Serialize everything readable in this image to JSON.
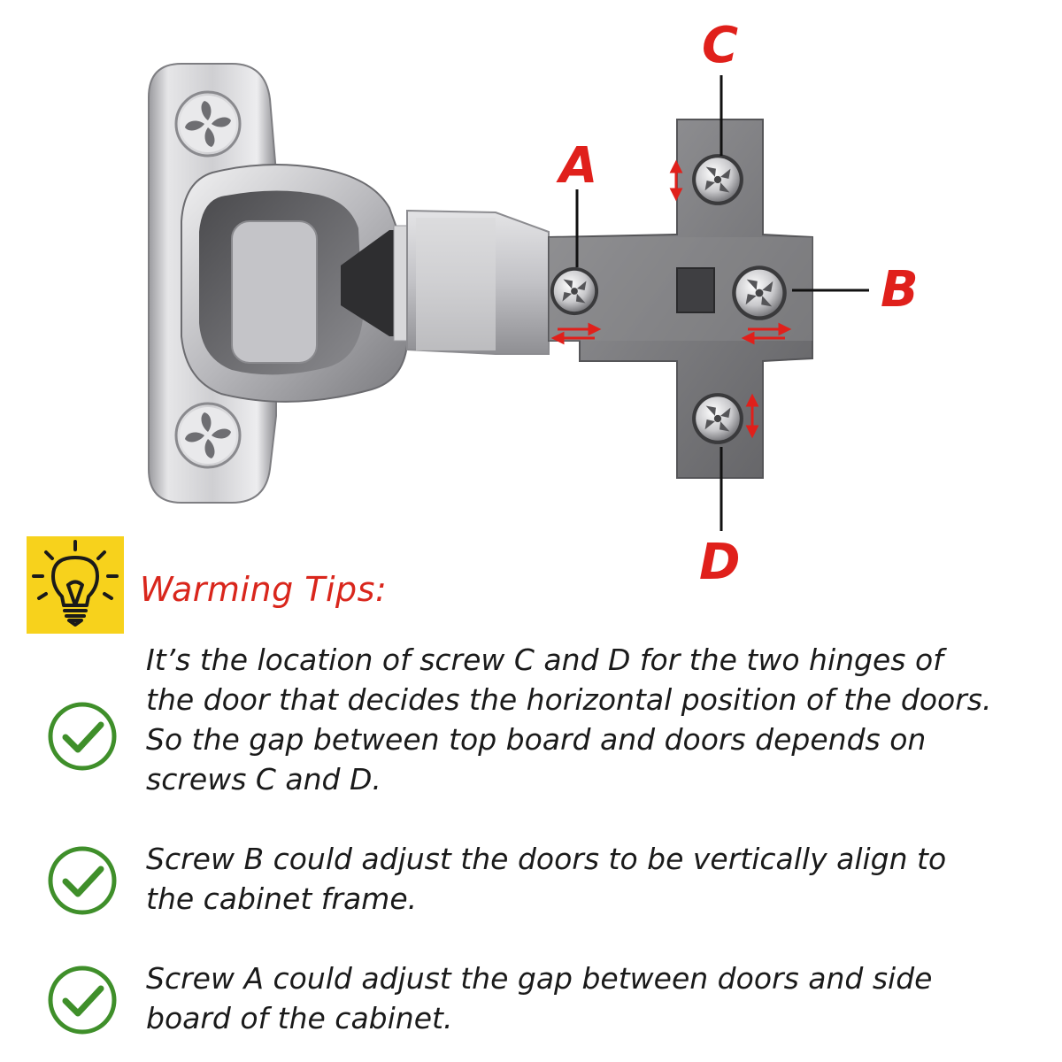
{
  "labels": {
    "a": "A",
    "b": "B",
    "c": "C",
    "d": "D"
  },
  "tips": {
    "title": "Warming Tips:",
    "items": [
      "It’s the location of screw C and D for the two hinges of the door that decides the horizontal position of the doors. So the gap between top board and doors depends on screws C and D.",
      "Screw B could adjust the doors to be vertically align to the cabinet frame.",
      "Screw A could adjust the gap between doors and side board of the cabinet."
    ]
  },
  "colors": {
    "callout_red": "#e0201b",
    "title_red": "#d9261c",
    "bulb_box": "#f7d21c",
    "check_green": "#3f8f2a",
    "metal_silver": "#c9c9cc",
    "metal_gunmetal": "#7e7e80"
  },
  "icons": {
    "tips": "lightbulb-icon",
    "tip_item": "check-circle-icon"
  }
}
